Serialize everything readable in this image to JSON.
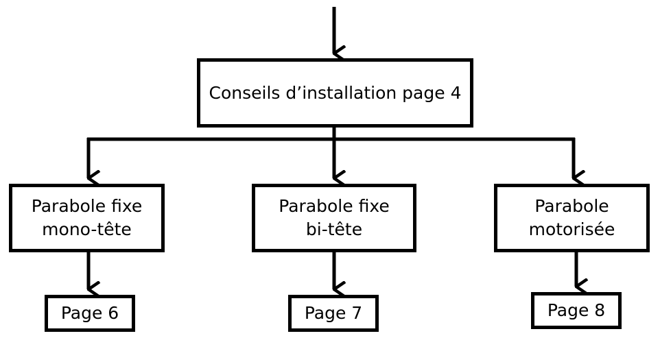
{
  "diagram": {
    "root": {
      "label": "Conseils d’installation page 4"
    },
    "branches": [
      {
        "lines": [
          "Parabole fixe",
          "mono-tête"
        ],
        "page": "Page 6"
      },
      {
        "lines": [
          "Parabole fixe",
          "bi-tête"
        ],
        "page": "Page 7"
      },
      {
        "lines": [
          "Parabole",
          "motorisée"
        ],
        "page": "Page 8"
      }
    ]
  },
  "colors": {
    "line": "#000000",
    "background": "#ffffff"
  }
}
